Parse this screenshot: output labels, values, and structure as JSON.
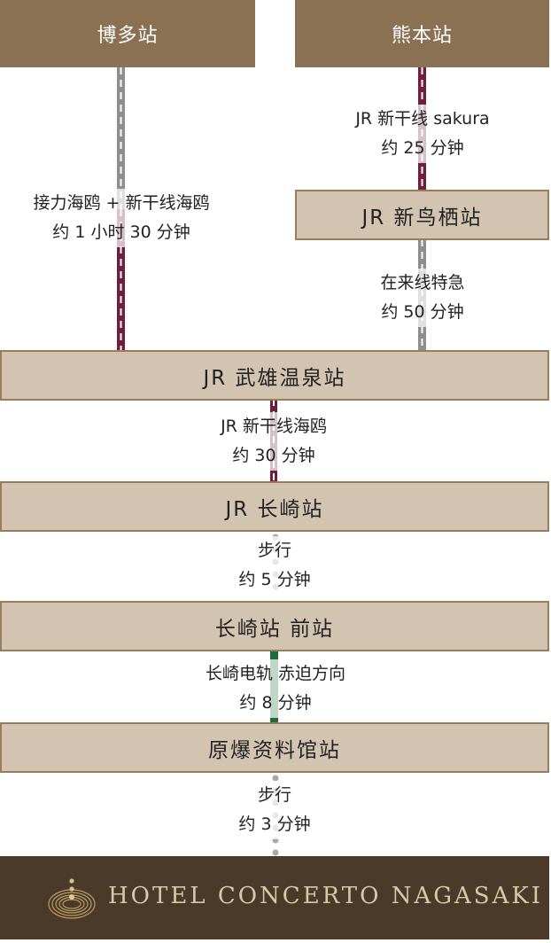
{
  "stations": {
    "hakata": "博多站",
    "kumamoto": "熊本站",
    "shintosu": "JR 新鸟栖站",
    "takeo_onsen": "JR 武雄温泉站",
    "nagasaki": "JR 长崎站",
    "nagasaki_ekimae": "长崎站 前站",
    "atomic_bomb_museum": "原爆资料馆站"
  },
  "segments": {
    "kumamoto_shintosu": {
      "line1": "JR 新干线 sakura",
      "line2": "约 25 分钟"
    },
    "hakata_takeo": {
      "line1": "接力海鸥 + 新干线海鸥",
      "line2": "约 1 小时 30 分钟"
    },
    "shintosu_takeo": {
      "line1": "在来线特急",
      "line2": "约 50 分钟"
    },
    "takeo_nagasaki": {
      "line1": "JR 新干线海鸥",
      "line2": "约 30 分钟"
    },
    "nagasaki_walk": {
      "line1": "步行",
      "line2": "约 5 分钟"
    },
    "tram": {
      "line1": "长崎电轨 赤迫方向",
      "line2": "约 8 分钟"
    },
    "museum_walk": {
      "line1": "步行",
      "line2": "约 3 分钟"
    }
  },
  "footer": {
    "brand": "HOTEL CONCERTO NAGASAKI"
  },
  "colors": {
    "station_dark": "#8b7153",
    "station_light": "#d2c4b0",
    "shinkansen_line": "#6e1f3e",
    "limited_express_line": "#8e8e8e",
    "tram_line": "#1e6b3c",
    "walk_dots": "#a9a9a9",
    "footer_bg": "#4b3a2a"
  },
  "icons": {
    "logo": "hotel-logo-icon"
  }
}
